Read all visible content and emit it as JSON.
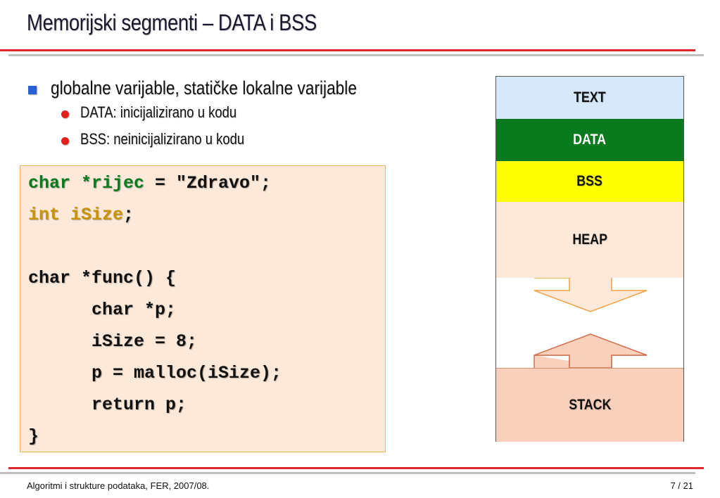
{
  "slide": {
    "title": "Memorijski segmenti – DATA i BSS",
    "bullet_main": "globalne varijable, statičke lokalne varijable",
    "sub_bullets": [
      "DATA: inicijalizirano u kodu",
      "BSS: neinicijalizirano u kodu"
    ]
  },
  "code": {
    "line1_kw": "char *rijec",
    "line1_rest": " = \"Zdravo\";",
    "line2_kw": "int iSize",
    "line2_rest": ";",
    "line4": "char *func() {",
    "line5": "      char *p;",
    "line6": "      iSize = 8;",
    "line7": "      p = malloc(iSize);",
    "line8": "      return p;",
    "line9": "}"
  },
  "memory": {
    "segments": [
      "TEXT",
      "DATA",
      "BSS",
      "HEAP",
      "STACK"
    ]
  },
  "footer": {
    "left": "Algoritmi i strukture podataka, FER, 2007/08.",
    "right": "7 / 21"
  },
  "colors": {
    "accent_red": "#e0282c",
    "bullet_blue": "#2a5fd4",
    "keyword_green": "#0a7a1e",
    "keyword_gold": "#c89400",
    "text_segment": "#d6e8fa",
    "data_segment": "#0a7a1e",
    "bss_segment": "#ffff00",
    "heap_segment": "#fde9d9",
    "stack_segment": "#f8d0bc"
  }
}
